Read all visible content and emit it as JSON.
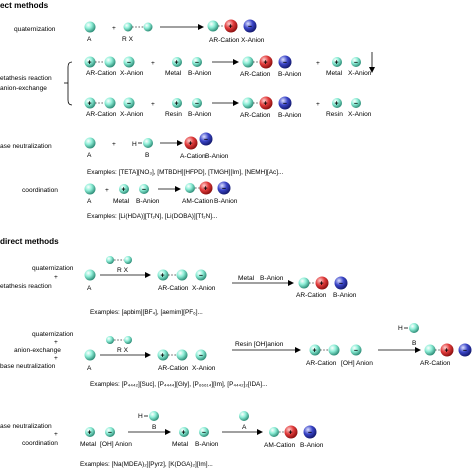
{
  "colors": {
    "cation_ball": "#8FEFD8",
    "cation_rim": "#2c8c76",
    "ar_red": "#E23C3C",
    "anion_blue": "#3A45C8"
  },
  "headings": {
    "direct": "ect methods",
    "indirect": "direct methods"
  },
  "labels": {
    "quaternization": "quaternization",
    "metathesis_reaction": "etathesis reaction",
    "anion_exchange": "anion-exchange",
    "base_neutralization": "ase neutralization",
    "coordination": "coordination",
    "quat2": "quaternization",
    "plus": "+",
    "metathesis2": "etathesis reaction",
    "quat3": "quaternization",
    "anion_exchange3": "anion-exchange",
    "base_neut3": "base neutralization",
    "base_neut4": "ase neutralization",
    "coord4": "coordination"
  },
  "species": {
    "A": "A",
    "R": "R",
    "X": "X",
    "RX": "R X",
    "H": "H",
    "B": "B",
    "AR_Cation": "AR-Cation",
    "X_Anion": "X-Anion",
    "Metal": "Metal",
    "B_Anion": "B-Anion",
    "Resin": "Resin",
    "A_Cation": "A-Cation",
    "AM_Cation": "AM-Cation",
    "OH_Anion": "[OH] Anion",
    "Resin_OH_anion": "Resin [OH]anion",
    "OH": "[OH]"
  },
  "examples": {
    "ex1": "Examples: [TETA][NO₃], [MTBDH][HFPD], [TMGH][Im], [NEMH][Ac]...",
    "ex2": "Examples: [Li(HDA)][Tf₂N], [Li(DOBA)][Tf₂N]...",
    "ex3": "Examples: [apbim][BF₄], [aemim][PF₆]...",
    "ex4": "Examples: [P₄₄₄₂][Suc], [P₄₄₄₄][Gly], [P₆₆₆₁₄][Im], [P₄₄₄₂]₂[IDA]...",
    "ex5": "Examples: [Na(MDEA)₂][Pyrz], [K(DGA)₂][Im]..."
  }
}
